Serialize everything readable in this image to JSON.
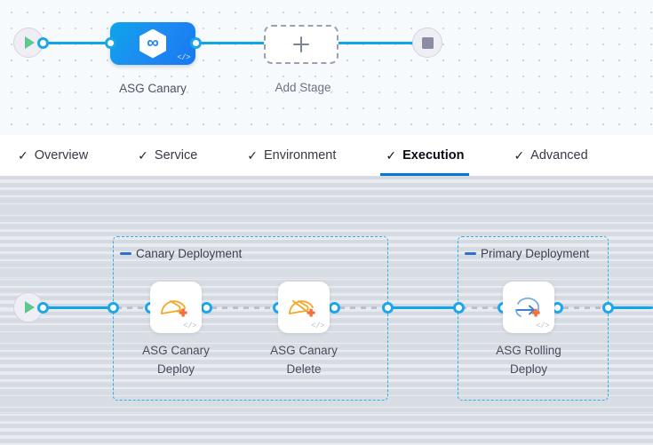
{
  "stage_canvas": {
    "start_node": {
      "name": "pipeline-start",
      "icon": "play-icon"
    },
    "end_node": {
      "name": "pipeline-end",
      "icon": "stop-icon"
    },
    "stages": [
      {
        "label": "ASG Canary",
        "icon": "harness-hexagon-icon",
        "badge": "</>",
        "selected": true
      }
    ],
    "add_stage": {
      "label": "Add Stage",
      "icon": "plus-icon"
    }
  },
  "tabs": [
    {
      "label": "Overview",
      "check": "✓",
      "active": false
    },
    {
      "label": "Service",
      "check": "✓",
      "active": false
    },
    {
      "label": "Environment",
      "check": "✓",
      "active": false
    },
    {
      "label": "Execution",
      "check": "✓",
      "active": true
    },
    {
      "label": "Advanced",
      "check": "✓",
      "active": false
    }
  ],
  "execution": {
    "start_node": {
      "name": "execution-start",
      "icon": "play-icon"
    },
    "groups": [
      {
        "title": "Canary Deployment",
        "steps": [
          {
            "label": "ASG Canary\nDeploy",
            "icon": "asg-canary-deploy-icon",
            "badge": "</>"
          },
          {
            "label": "ASG Canary\nDelete",
            "icon": "asg-canary-delete-icon",
            "badge": "</>"
          }
        ]
      },
      {
        "title": "Primary Deployment",
        "steps": [
          {
            "label": "ASG Rolling\nDeploy",
            "icon": "asg-rolling-deploy-icon",
            "badge": "</>"
          }
        ]
      }
    ]
  },
  "colors": {
    "accent_blue": "#0278d5",
    "connector_blue": "#0ea5e9",
    "group_border": "#2bb0ea",
    "stage_gradient_from": "#0ba5e9",
    "stage_gradient_to": "#1878f0",
    "step_icon_orange": "#f5a623",
    "step_icon_plus": "#f4703a",
    "start_green": "#5bc98e",
    "stop_gray": "#8b8ba3"
  }
}
